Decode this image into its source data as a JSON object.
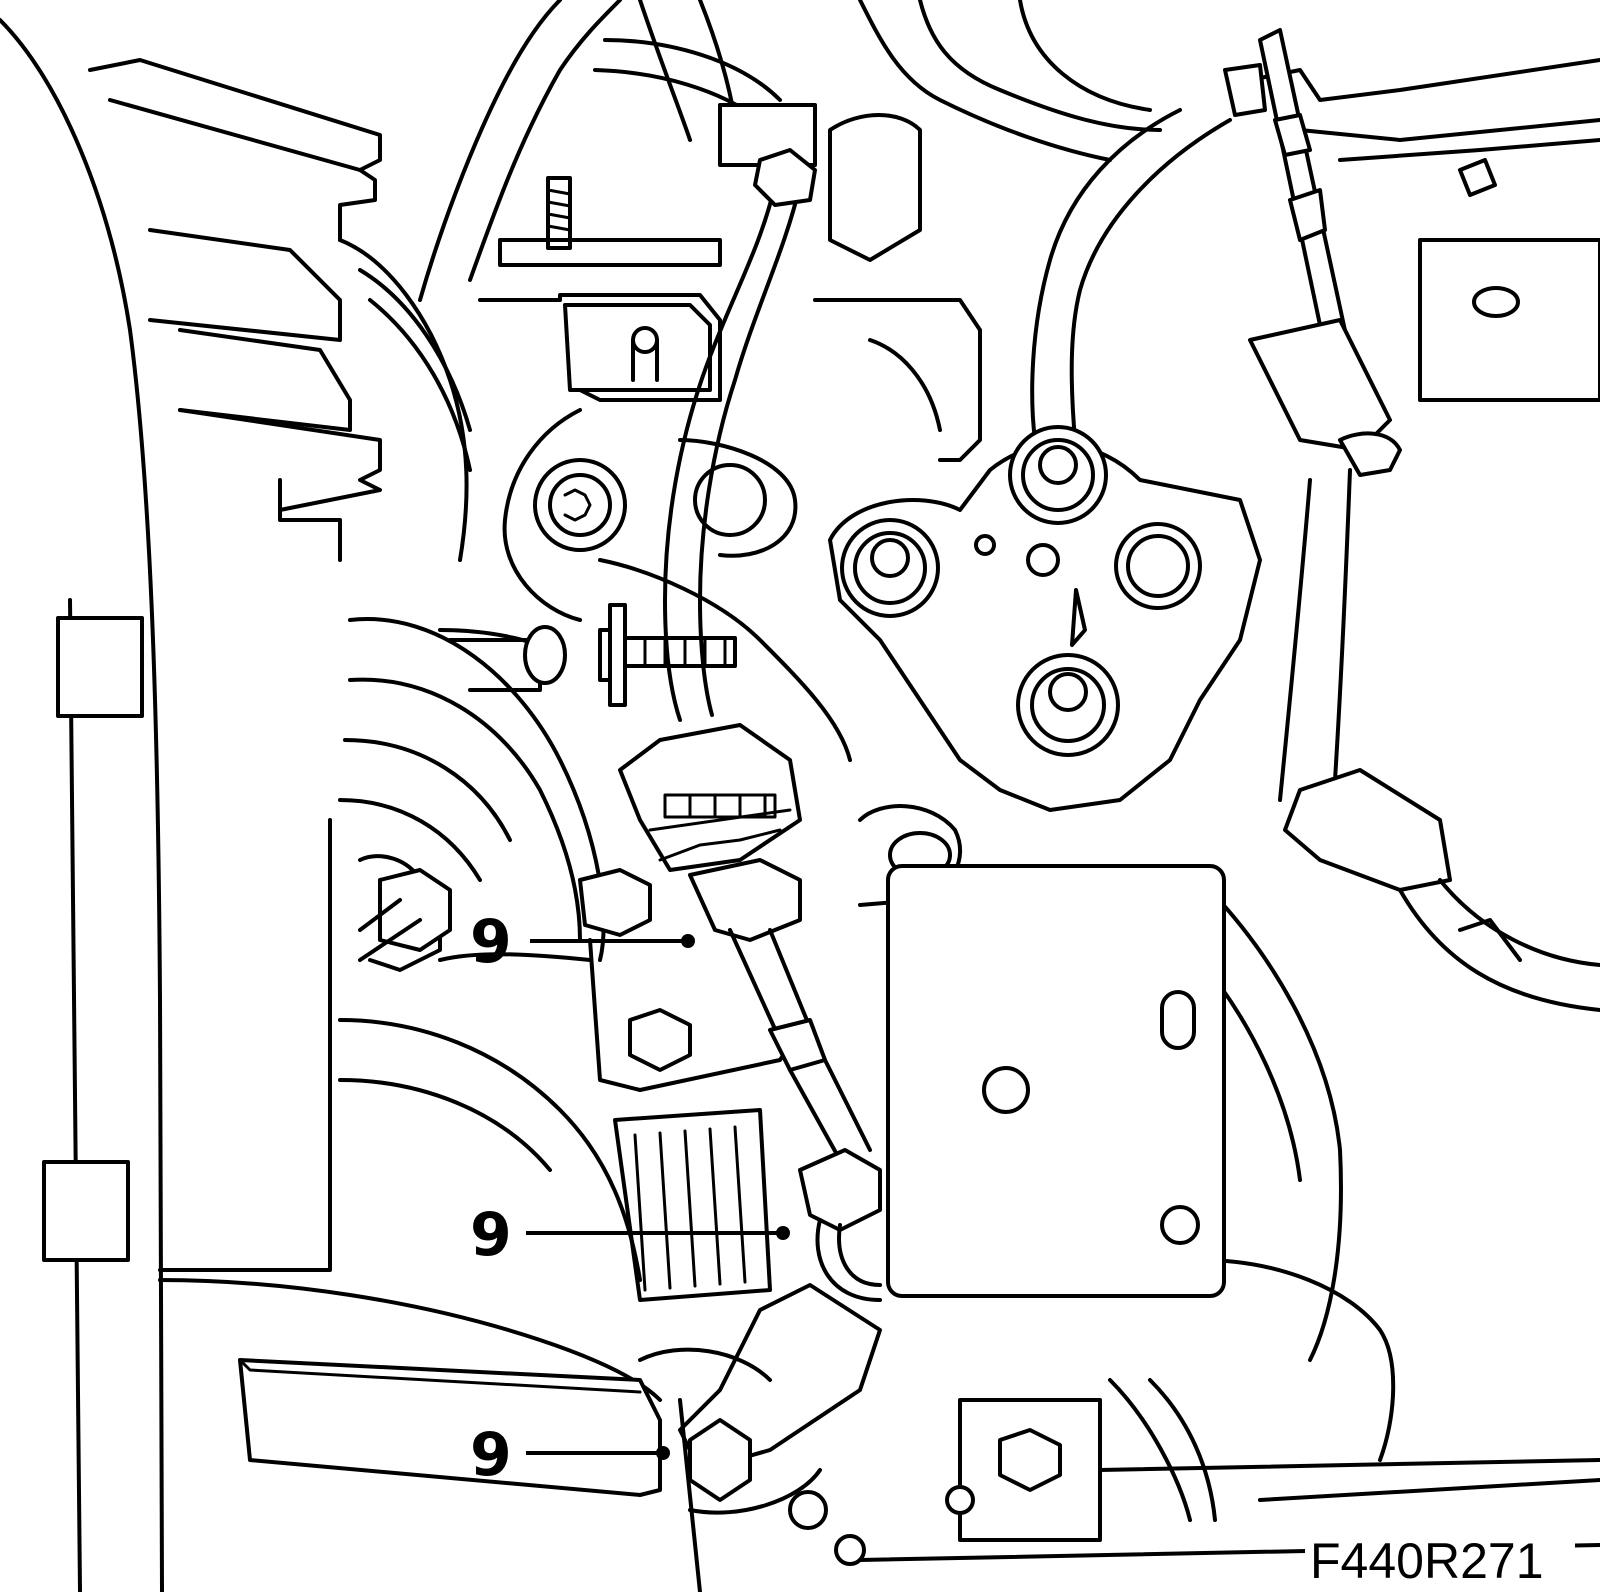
{
  "callouts": [
    {
      "label": "9"
    },
    {
      "label": "9"
    },
    {
      "label": "9"
    }
  ],
  "figure_id": "F440R271"
}
